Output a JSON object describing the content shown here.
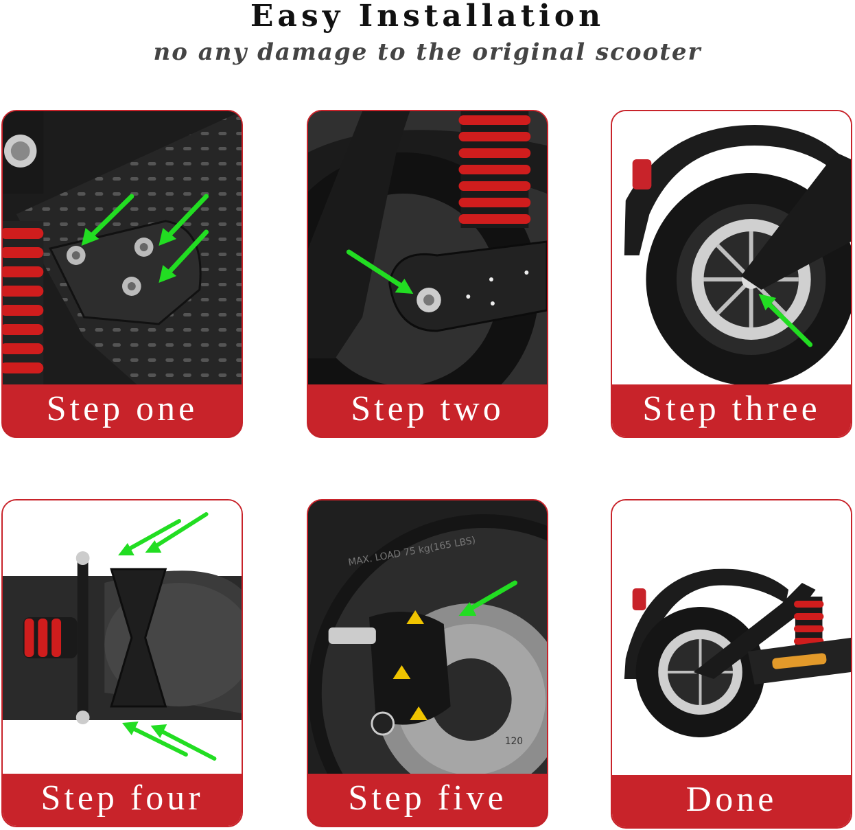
{
  "header": {
    "title": "Easy Installation",
    "subtitle": "no any damage to the original scooter"
  },
  "colors": {
    "accent_red": "#c8232a",
    "arrow_green": "#22dd22",
    "spring_red": "#d01d1d"
  },
  "steps": [
    {
      "label": "Step one"
    },
    {
      "label": "Step two"
    },
    {
      "label": "Step three"
    },
    {
      "label": "Step four"
    },
    {
      "label": "Step five"
    },
    {
      "label": "Done"
    }
  ],
  "tire_text": {
    "line1": "MAX. LOAD 75 kg(165 LBS)",
    "line2": "120"
  }
}
